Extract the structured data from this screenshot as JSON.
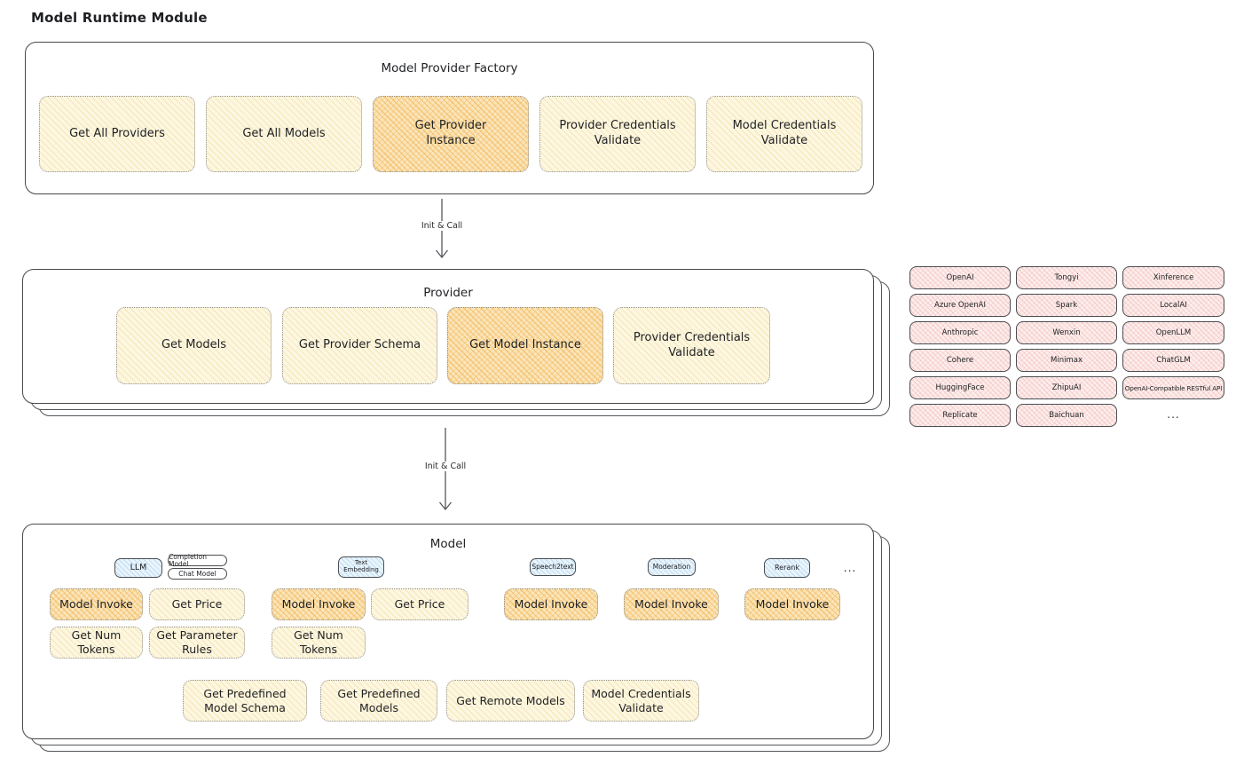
{
  "page_title": "Model Runtime Module",
  "arrows": {
    "init_call_1": "Init & Call",
    "init_call_2": "Init & Call"
  },
  "factory": {
    "title": "Model Provider Factory",
    "boxes": [
      {
        "label": "Get All Providers"
      },
      {
        "label": "Get All Models"
      },
      {
        "label": "Get Provider Instance"
      },
      {
        "label": "Provider Credentials Validate"
      },
      {
        "label": "Model Credentials Validate"
      }
    ]
  },
  "provider": {
    "title": "Provider",
    "boxes": [
      {
        "label": "Get Models"
      },
      {
        "label": "Get Provider Schema"
      },
      {
        "label": "Get Model Instance"
      },
      {
        "label": "Provider Credentials Validate"
      }
    ]
  },
  "providers": {
    "col1": [
      "OpenAI",
      "Azure OpenAI",
      "Anthropic",
      "Cohere",
      "HuggingFace",
      "Replicate"
    ],
    "col2": [
      "Tongyi",
      "Spark",
      "Wenxin",
      "Minimax",
      "ZhipuAI",
      "Baichuan"
    ],
    "col3": [
      "Xinference",
      "LocalAI",
      "OpenLLM",
      "ChatGLM",
      "OpenAI-Compatible RESTful API"
    ],
    "more": "..."
  },
  "model": {
    "title": "Model",
    "llm": {
      "tag": "LLM",
      "subtag1": "Completion Model",
      "subtag2": "Chat Model",
      "invoke": "Model Invoke",
      "price": "Get Price",
      "tokens": "Get Num Tokens",
      "rules": "Get Parameter Rules"
    },
    "embedding": {
      "tag": "Text Embedding",
      "invoke": "Model Invoke",
      "price": "Get Price",
      "tokens": "Get Num Tokens"
    },
    "speech": {
      "tag": "Speech2text",
      "invoke": "Model Invoke"
    },
    "moderation": {
      "tag": "Moderation",
      "invoke": "Model Invoke"
    },
    "rerank": {
      "tag": "Rerank",
      "invoke": "Model Invoke"
    },
    "more": "...",
    "bottom": [
      "Get Predefined Model Schema",
      "Get Predefined Models",
      "Get Remote Models",
      "Model Credentials Validate"
    ]
  },
  "colors": {
    "highlight_orange": "#f2b04a",
    "light_yellow": "#fdf7e1",
    "provider_pink": "#fdeeec",
    "tag_blue": "#e9f4fc",
    "stroke_dark": "#46494d"
  }
}
